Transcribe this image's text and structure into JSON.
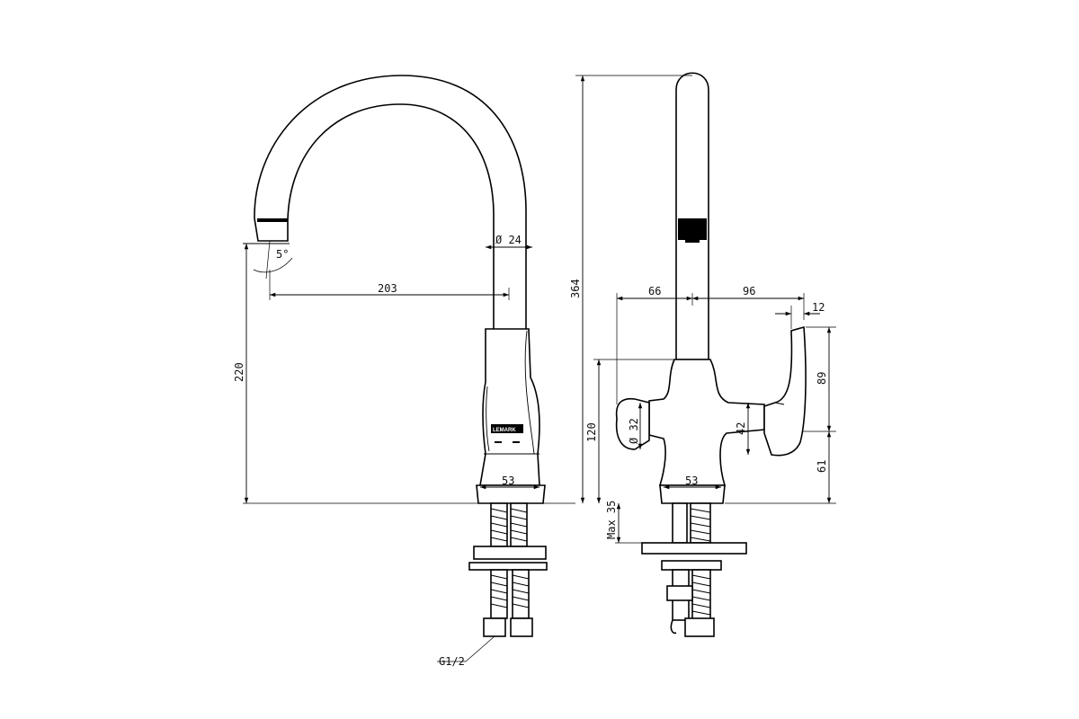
{
  "logo": {
    "brand_text": "LEMARK"
  },
  "side_view": {
    "spout_angle": "5°",
    "spout_diameter": "Ø 24",
    "spout_reach": "203",
    "spout_height": "220",
    "base_width": "53",
    "thread": "G1/2"
  },
  "front_view": {
    "total_height": "364",
    "left_offset": "66",
    "right_offset": "96",
    "handle_thickness": "12",
    "handle_height": "89",
    "handle_base_height": "61",
    "body_height": "120",
    "knob_diameter": "Ø 32",
    "lever_offset": "42",
    "base_width": "53",
    "max_counter": "Max 35"
  }
}
